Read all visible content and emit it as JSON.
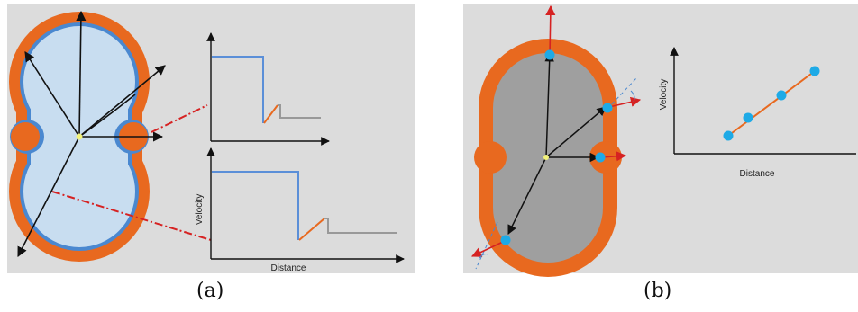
{
  "panels": [
    {
      "caption": "(a)",
      "lower_plot": {
        "xlabel": "Distance",
        "ylabel": "Velocity"
      }
    },
    {
      "caption": "(b)",
      "plot": {
        "xlabel": "Distance",
        "ylabel": "Velocity"
      }
    }
  ],
  "colors": {
    "background": "#dcdcdc",
    "outer_layer": "#e8691f",
    "inner_layer_a": "#c8ddf0",
    "boundary_a": "#4a88d0",
    "inner_layer_b": "#9f9f9f",
    "dash_line": "#d62222",
    "arrow_red": "#d62222",
    "point": "#1eaae6",
    "step_line": "#5b8fd8",
    "ramp": "#e8691f",
    "tail": "#999999"
  }
}
